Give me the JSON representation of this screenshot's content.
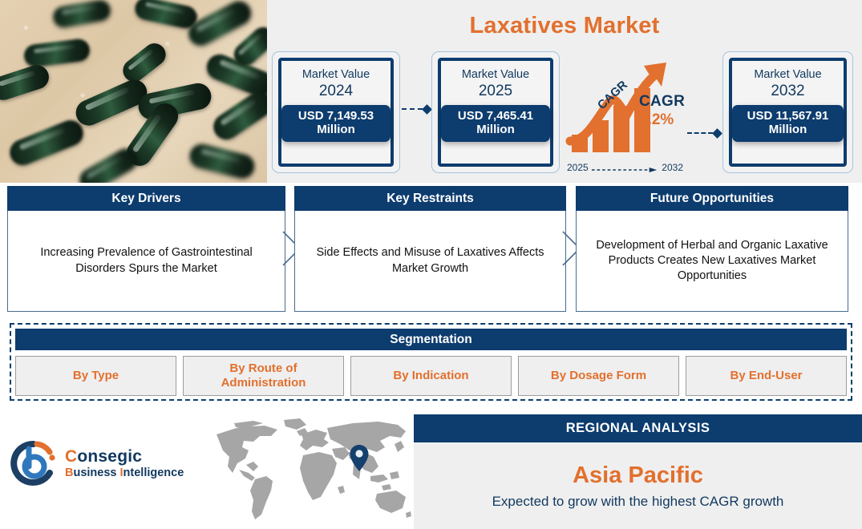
{
  "title": "Laxatives Market",
  "hero_image": {
    "name": "capsules-photo",
    "alt": "Dark green capsules on beige powder"
  },
  "market_values": [
    {
      "label": "Market Value",
      "year": "2024",
      "value": "USD 7,149.53 Million"
    },
    {
      "label": "Market Value",
      "year": "2025",
      "value": "USD 7,465.41 Million"
    },
    {
      "label": "Market Value",
      "year": "2032",
      "value": "USD 11,567.91 Million"
    }
  ],
  "cagr": {
    "arrow_label": "CAGR",
    "title": "CAGR",
    "value": "6.2%",
    "start_year": "2025",
    "end_year": "2032"
  },
  "pillars": [
    {
      "heading": "Key Drivers",
      "text": "Increasing Prevalence of Gastrointestinal Disorders Spurs the Market"
    },
    {
      "heading": "Key Restraints",
      "text": "Side Effects and Misuse of Laxatives Affects Market Growth"
    },
    {
      "heading": "Future Opportunities",
      "text": "Development of Herbal and Organic Laxative Products Creates New Laxatives Market Opportunities"
    }
  ],
  "segmentation": {
    "heading": "Segmentation",
    "cells": [
      "By Type",
      "By Route of Administration",
      "By Indication",
      "By Dosage Form",
      "By End-User"
    ]
  },
  "logo": {
    "name_first": "C",
    "name_rest": "onsegic",
    "sub_b": "B",
    "sub_usiness": "usiness ",
    "sub_i": "I",
    "sub_ntelligence": "ntelligence"
  },
  "map": {
    "pin_region": "Asia Pacific"
  },
  "regional_analysis": {
    "heading": "REGIONAL ANALYSIS",
    "region": "Asia Pacific",
    "note": "Expected to grow with the highest CAGR growth"
  },
  "colors": {
    "navy": "#0d3c6e",
    "orange": "#e2702e",
    "panel_grey": "#efefef",
    "map_grey": "#a6a6a6"
  }
}
